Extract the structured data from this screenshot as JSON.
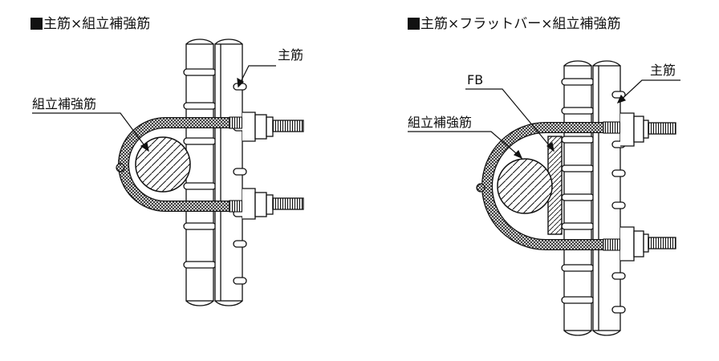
{
  "left": {
    "title": "主筋×組立補強筋",
    "label_main": "主筋",
    "label_reinforce": "組立補強筋"
  },
  "right": {
    "title": "主筋×フラットバー×組立補強筋",
    "label_main": "主筋",
    "label_fb": "FB",
    "label_reinforce": "組立補強筋"
  }
}
